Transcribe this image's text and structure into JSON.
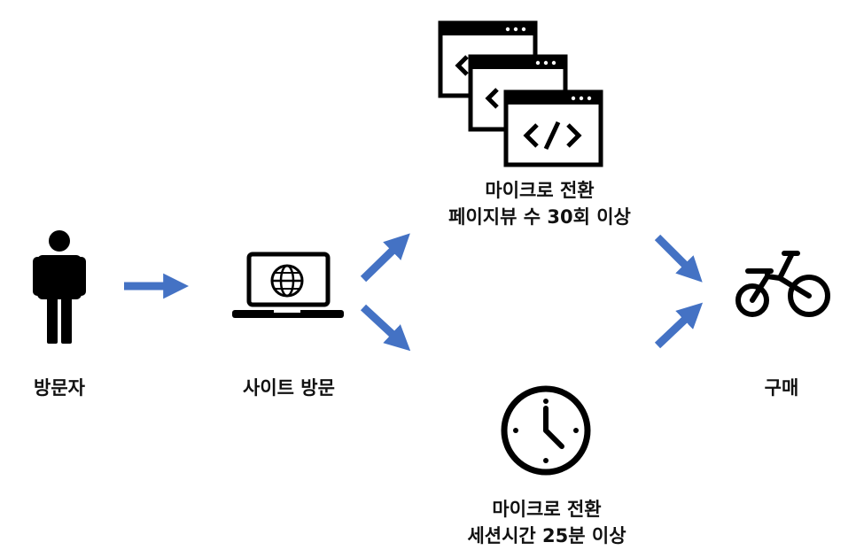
{
  "nodes": {
    "visitor": {
      "label": "방문자",
      "icon": "person-icon"
    },
    "site_visit": {
      "label": "사이트 방문",
      "icon": "laptop-globe-icon"
    },
    "pageviews_condition": {
      "line1": "마이크로 전환",
      "line2": "페이지뷰 수 30회 이상",
      "icon": "code-windows-icon"
    },
    "session_condition": {
      "line1": "마이크로 전환",
      "line2": "세션시간 25분 이상",
      "icon": "clock-icon"
    },
    "purchase": {
      "label": "구매",
      "icon": "bicycle-icon"
    }
  },
  "colors": {
    "arrow": "#4472C4",
    "icon": "#000000",
    "background": "#ffffff"
  }
}
